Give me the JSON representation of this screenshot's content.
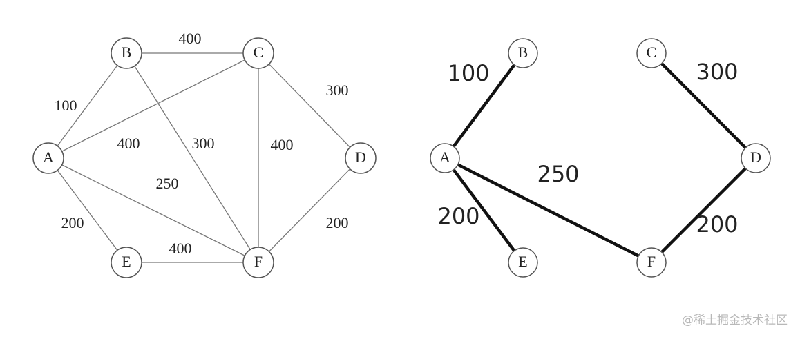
{
  "left_graph": {
    "nodes": [
      {
        "id": "A",
        "label": "A"
      },
      {
        "id": "B",
        "label": "B"
      },
      {
        "id": "C",
        "label": "C"
      },
      {
        "id": "D",
        "label": "D"
      },
      {
        "id": "E",
        "label": "E"
      },
      {
        "id": "F",
        "label": "F"
      }
    ],
    "edges": [
      {
        "from": "A",
        "to": "B",
        "weight": "100"
      },
      {
        "from": "B",
        "to": "C",
        "weight": "400"
      },
      {
        "from": "C",
        "to": "D",
        "weight": "300"
      },
      {
        "from": "A",
        "to": "C",
        "weight": "400"
      },
      {
        "from": "B",
        "to": "F",
        "weight": "300"
      },
      {
        "from": "C",
        "to": "F",
        "weight": "400"
      },
      {
        "from": "A",
        "to": "F",
        "weight": "250"
      },
      {
        "from": "A",
        "to": "E",
        "weight": "200"
      },
      {
        "from": "E",
        "to": "F",
        "weight": "400"
      },
      {
        "from": "F",
        "to": "D",
        "weight": "200"
      }
    ]
  },
  "right_graph": {
    "nodes": [
      {
        "id": "A",
        "label": "A"
      },
      {
        "id": "B",
        "label": "B"
      },
      {
        "id": "C",
        "label": "C"
      },
      {
        "id": "D",
        "label": "D"
      },
      {
        "id": "E",
        "label": "E"
      },
      {
        "id": "F",
        "label": "F"
      }
    ],
    "edges": [
      {
        "from": "A",
        "to": "B",
        "weight": "100"
      },
      {
        "from": "C",
        "to": "D",
        "weight": "300"
      },
      {
        "from": "A",
        "to": "F",
        "weight": "250"
      },
      {
        "from": "A",
        "to": "E",
        "weight": "200"
      },
      {
        "from": "F",
        "to": "D",
        "weight": "200"
      }
    ]
  },
  "watermark": "@稀土掘金技术社区",
  "colors": {
    "node_stroke": "#555555",
    "thin_edge": "#777777",
    "thick_edge": "#111111",
    "text": "#222222"
  }
}
